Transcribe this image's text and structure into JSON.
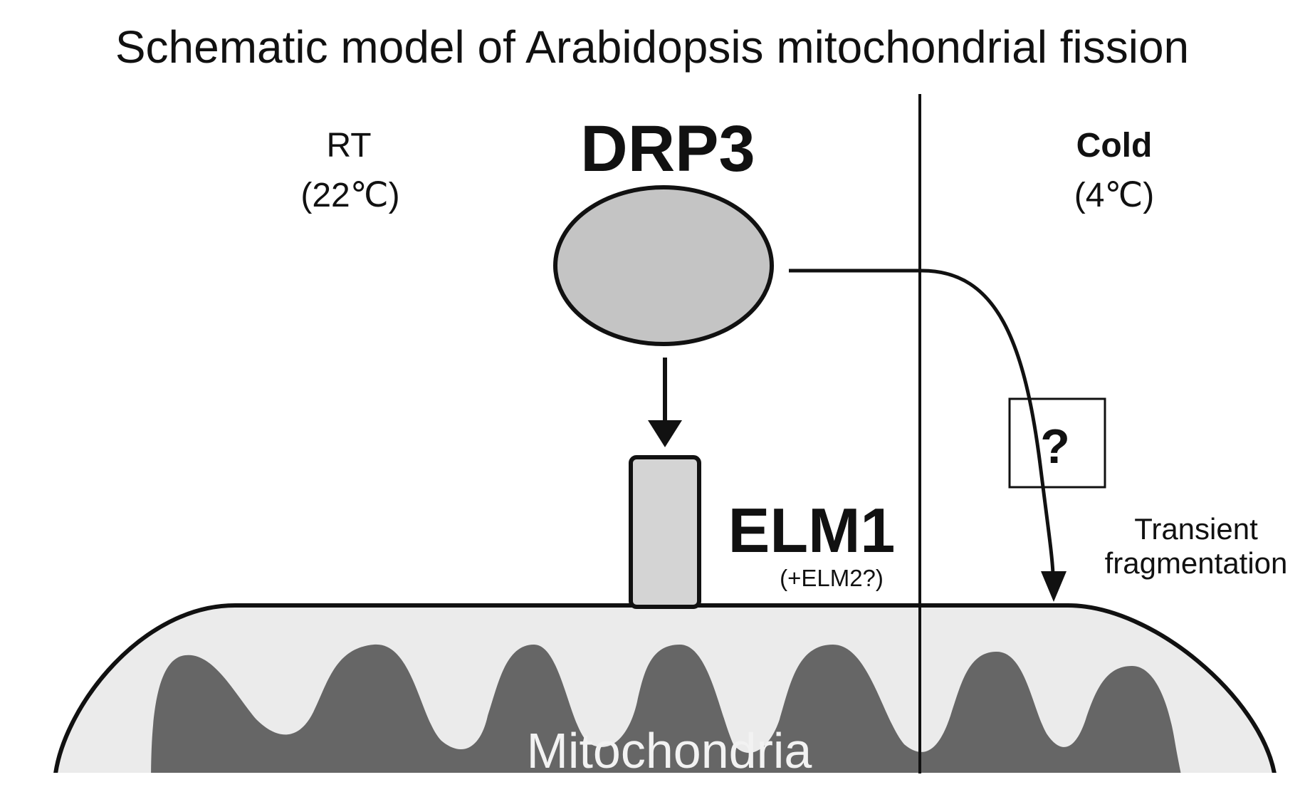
{
  "title": "Schematic model of Arabidopsis mitochondrial fission",
  "conditions": {
    "rt": {
      "name": "RT",
      "temperature": "(22℃)"
    },
    "cold": {
      "name": "Cold",
      "temperature": "(4℃)"
    }
  },
  "proteins": {
    "drp3": "DRP3",
    "elm1": "ELM1",
    "elm2_note": "(+ELM2?)"
  },
  "unknown_mark": "?",
  "cold_effect": {
    "line1": "Transient",
    "line2": "fragmentation"
  },
  "organelle_label": "Mitochondria",
  "colors": {
    "drp3_fill": "#c4c4c4",
    "elm1_fill": "#d4d4d4",
    "membrane_fill": "#ebebeb",
    "matrix_fill": "#666666",
    "organelle_text": "#f2f2f2",
    "stroke": "#111111"
  }
}
